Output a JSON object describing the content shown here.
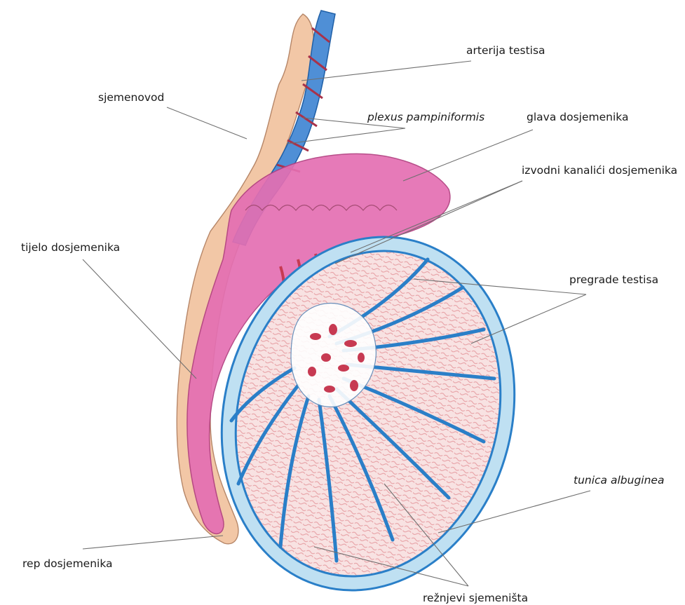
{
  "labels": {
    "arterija_testisa": "arterija testisa",
    "sjemenovod": "sjemenovod",
    "plexus_pampiniformis": "plexus pampiniformis",
    "glava_dosjemenika": "glava dosjemenika",
    "izvodni_kanalici": "izvodni kanalići dosjemenika",
    "tijelo_dosjemenika": "tijelo dosjemenika",
    "pregrade_testisa": "pregrade testisa",
    "tunica_albuginea": "tunica albuginea",
    "rep_dosjemenika": "rep dosjemenika",
    "reznjevi_sjemenista": "režnjevi sjemeništa"
  },
  "colors": {
    "vas_deferens": "#f2c7a6",
    "epididymis": "#e46fb2",
    "tunica": "#9ed0ea",
    "septa": "#2a7fc8",
    "lobules": "#f7dcdc",
    "tubules": "#c73a52",
    "text": "#1a1a1a"
  }
}
